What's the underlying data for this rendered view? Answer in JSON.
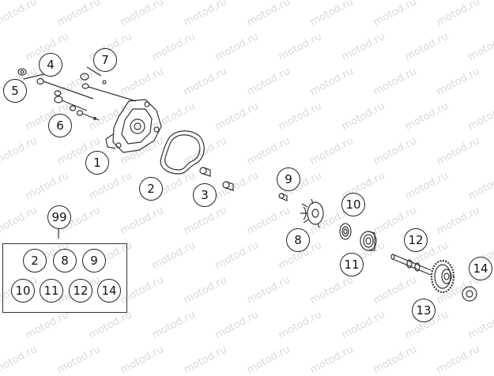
{
  "watermark_text": "motod.ru",
  "callouts": [
    "1",
    "2",
    "3",
    "4",
    "5",
    "6",
    "7",
    "8",
    "9",
    "10",
    "11",
    "12",
    "13",
    "14"
  ],
  "kit": {
    "number": "99",
    "items": [
      "2",
      "8",
      "9",
      "10",
      "11",
      "12",
      "14"
    ]
  }
}
